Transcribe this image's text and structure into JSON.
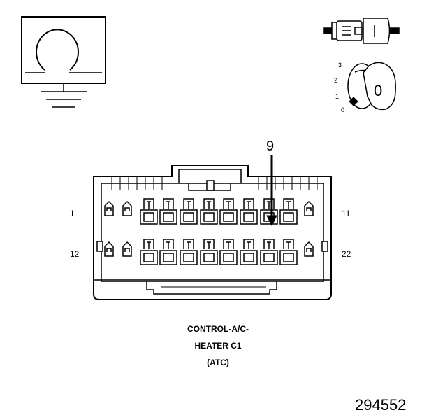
{
  "ohm_symbol": {
    "icon": "ohm-meter-ground-icon"
  },
  "connector_icon": {
    "icon": "connector-disconnect-icon"
  },
  "ignition_icon": {
    "icon": "ignition-key-icon",
    "positions": [
      "3",
      "2",
      "1",
      "0"
    ],
    "key_label": "0"
  },
  "connector": {
    "callout_pin": "9",
    "pin_range_row1_start": "1",
    "pin_range_row1_end": "11",
    "pin_range_row2_start": "12",
    "pin_range_row2_end": "22"
  },
  "caption": {
    "line1": "CONTROL-A/C-",
    "line2": "HEATER C1",
    "line3": "(ATC)"
  },
  "figure_number": "294552"
}
